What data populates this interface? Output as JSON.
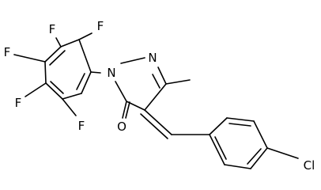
{
  "molecule": {
    "atoms": {
      "f_top_left": "F",
      "f_top_right": "F",
      "f_left_top": "F",
      "f_left_bottom": "F",
      "f_bottom": "F",
      "n_ring_left": "N",
      "n_ring_right": "N",
      "o_carbonyl": "O",
      "cl_para": "Cl"
    }
  }
}
